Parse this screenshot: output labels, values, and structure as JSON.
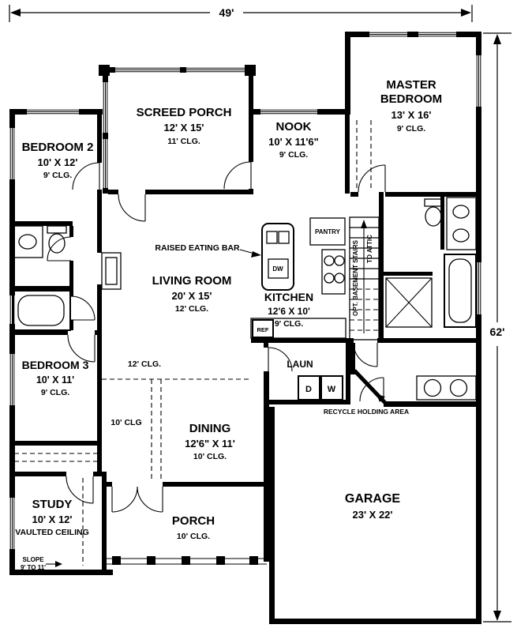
{
  "plan": {
    "dimensions": {
      "width": "49'",
      "height": "62'"
    },
    "rooms": {
      "screed_porch": {
        "name": "SCREED PORCH",
        "size": "12' X 15'",
        "ceiling": "11' CLG."
      },
      "master_bedroom": {
        "name_line1": "MASTER",
        "name_line2": "BEDROOM",
        "size": "13' X 16'",
        "ceiling": "9' CLG."
      },
      "nook": {
        "name": "NOOK",
        "size": "10' X 11'6\"",
        "ceiling": "9' CLG."
      },
      "bedroom_2": {
        "name": "BEDROOM 2",
        "size": "10' X 12'",
        "ceiling": "9' CLG."
      },
      "living_room": {
        "name": "LIVING ROOM",
        "size": "20' X 15'",
        "ceiling": "12' CLG."
      },
      "kitchen": {
        "name": "KITCHEN",
        "size": "12'6 X 10'",
        "ceiling": "9' CLG."
      },
      "bedroom_3": {
        "name": "BEDROOM 3",
        "size": "10' X 11'",
        "ceiling": "9' CLG."
      },
      "dining": {
        "name": "DINING",
        "size": "12'6\" X 11'",
        "ceiling": "10' CLG."
      },
      "study": {
        "name": "STUDY",
        "size": "10' X 12'",
        "ceiling": "VAULTED CEILING"
      },
      "porch": {
        "name": "PORCH",
        "ceiling": "10' CLG."
      },
      "garage": {
        "name": "GARAGE",
        "size": "23' X 22'"
      },
      "laundry": {
        "name": "LAUN"
      }
    },
    "annotations": {
      "raised_eating_bar": "RAISED EATING BAR",
      "pantry": "PANTRY",
      "to_attic": "TO ATTIC",
      "opt_basement_stairs": "OPT. BASEMENT STAIRS",
      "recycle_holding_area": "RECYCLE HOLDING AREA",
      "living_clg": "12' CLG.",
      "hall_clg": "10' CLG",
      "slope_line1": "SLOPE",
      "slope_line2": "9' TO 11'",
      "dryer": "D",
      "washer": "W",
      "dishwasher": "DW",
      "refrigerator": "REF"
    },
    "colors": {
      "ink": "#000000",
      "paper": "#ffffff"
    }
  }
}
